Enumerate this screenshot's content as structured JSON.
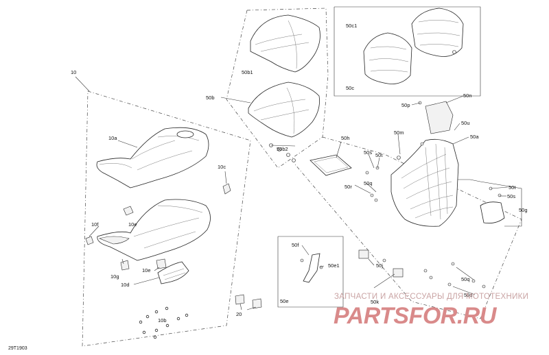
{
  "diagram_code": "29T1903",
  "watermark": {
    "top_text": "ЗАПЧАСТИ И АКСЕССУАРЫ ДЛЯ МОТОТЕХНИКИ",
    "brand_text": "PARTSFOR.RU"
  },
  "labels": {
    "l10": "10",
    "l10a": "10a",
    "l10b": "10b",
    "l10c": "10c",
    "l10d": "10d",
    "l10e_top": "10e",
    "l10e_bottom": "10e",
    "l10f": "10f",
    "l10g": "10g",
    "l20": "20",
    "l50a": "50a",
    "l50b": "50b",
    "l50b1": "50b1",
    "l50b2": "50b2",
    "l50c": "50c",
    "l50c1": "50c1",
    "l50e": "50e",
    "l50e1": "50e1",
    "l50f": "50f",
    "l50g": "50g",
    "l50h": "50h",
    "l50j": "50j",
    "l50k": "50k",
    "l50m": "50m",
    "l50n": "50n",
    "l50p": "50p",
    "l50q_top": "50q",
    "l50q_bottom": "50q",
    "l50r": "50r",
    "l50s_mid": "50s",
    "l50s_right": "50s",
    "l50t_mid": "50t",
    "l50t_right": "50t",
    "l50u": "50u",
    "l50d": "50d"
  }
}
